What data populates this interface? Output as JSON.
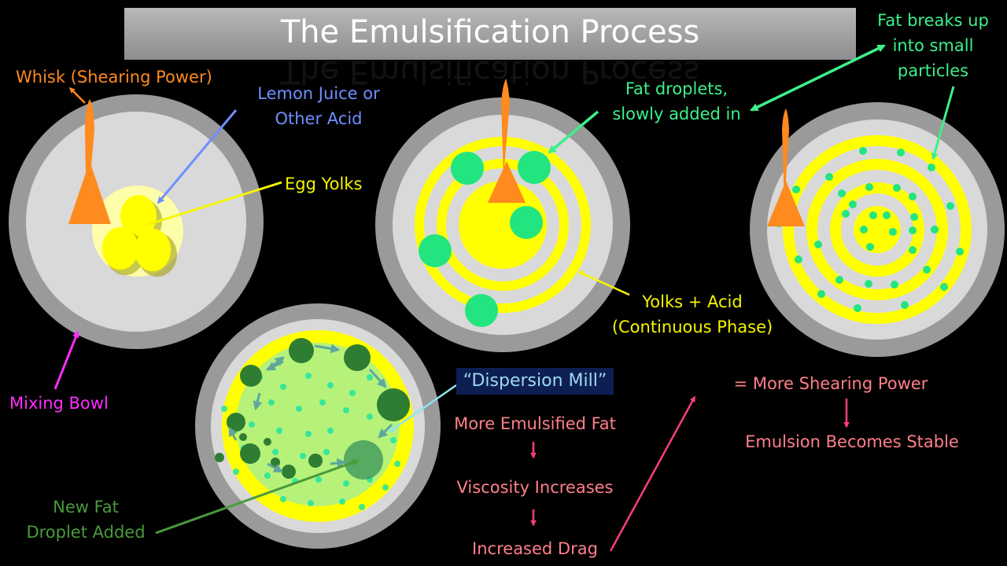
{
  "title": "The Emulsification Process",
  "labels": {
    "whisk": "Whisk (Shearing Power)",
    "lemon_1": "Lemon Juice or",
    "lemon_2": "Other Acid",
    "egg_yolks": "Egg Yolks",
    "mixing_bowl": "Mixing Bowl",
    "fat_droplets_1": "Fat droplets,",
    "fat_droplets_2": "slowly added in",
    "fat_breaks_1": "Fat breaks up",
    "fat_breaks_2": "into small",
    "fat_breaks_3": "particles",
    "yolks_acid_1": "Yolks + Acid",
    "yolks_acid_2": "(Continuous Phase)",
    "dispersion_mill": "“Dispersion Mill”",
    "new_fat_1": "New Fat",
    "new_fat_2": "Droplet Added",
    "more_emulsified": "More Emulsified Fat",
    "viscosity": "Viscosity Increases",
    "drag": "Increased Drag",
    "more_shearing": "= More Shearing Power",
    "stable": "Emulsion Becomes Stable"
  },
  "colors": {
    "background": "#000000",
    "bowl_rim": "#9a9a9a",
    "bowl_inner": "#d9d9d9",
    "yolk": "#ffff00",
    "fat": "#22e57f",
    "whisk": "#ff8a1e",
    "lemon_label": "#6f8fff",
    "bowl_label": "#ff2cff",
    "fat_label": "#3df08a",
    "new_fat_label": "#4a9a3a",
    "chain_label": "#ff7f8a"
  },
  "icons": [
    "whisk-icon",
    "egg-yolk-icon",
    "fat-droplet-icon",
    "arrow-icon"
  ]
}
